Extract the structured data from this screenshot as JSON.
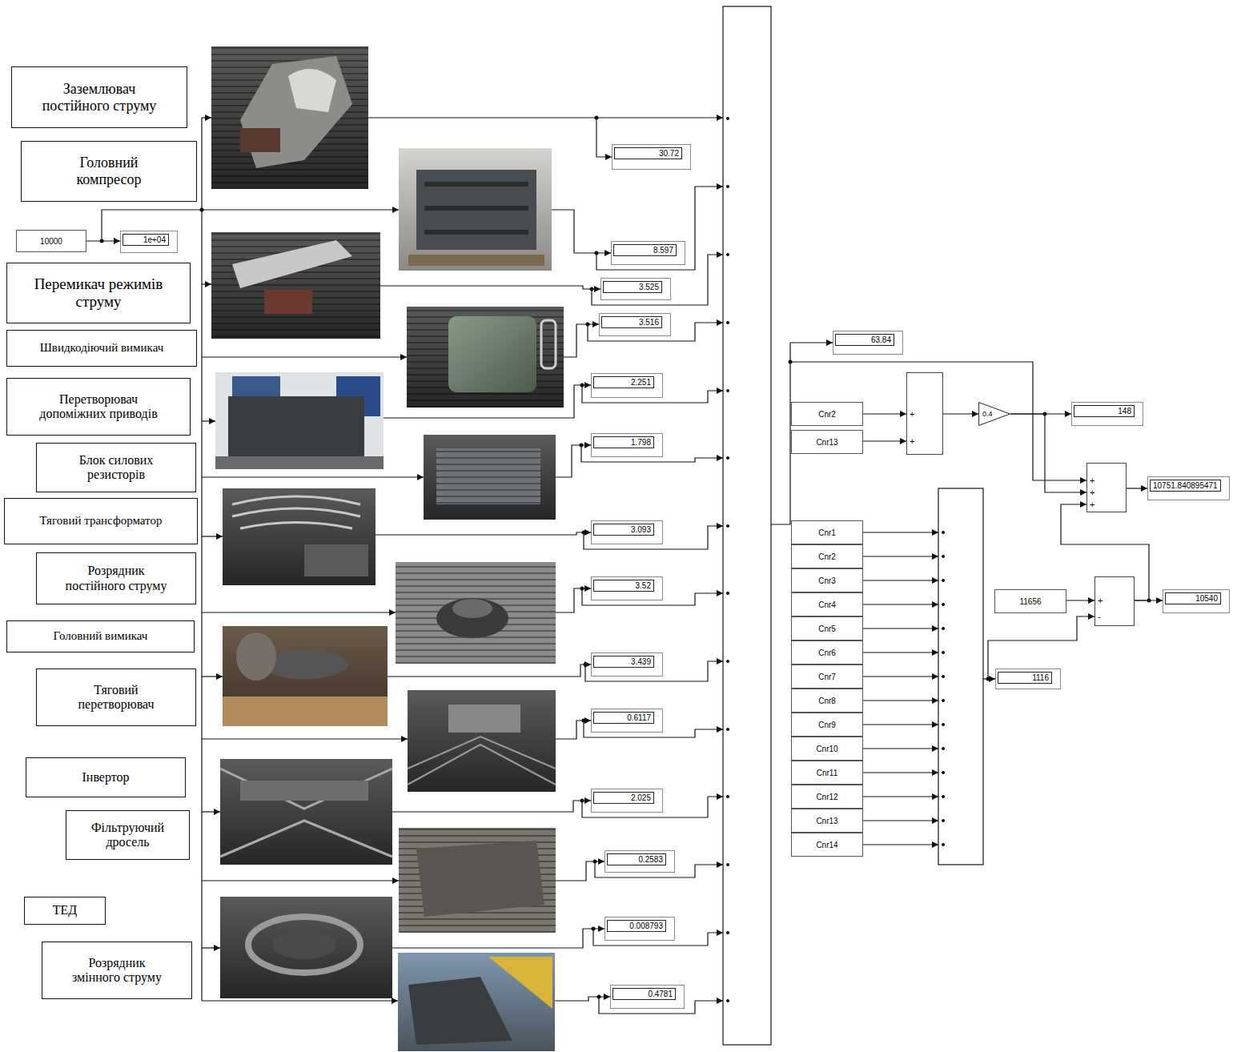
{
  "diagram": {
    "nodes": [
      {
        "text": [
          "Заземлювач постійного струму"
        ]
      },
      {
        "text": [
          "Головний компресор"
        ]
      },
      {
        "text": [
          "10000"
        ]
      },
      {
        "text": [
          "1e+04"
        ]
      },
      {
        "text": [
          "Перемикач режимів струму"
        ]
      },
      {
        "text": [
          "Швидкодіючий вимикач"
        ]
      },
      {
        "text": [
          "Перетворювач допоміжних приводів"
        ]
      },
      {
        "text": [
          "Блок силових резисторів"
        ]
      },
      {
        "text": [
          "Тяговий трансформатор"
        ]
      },
      {
        "text": [
          "Розрядник постійного струму"
        ]
      },
      {
        "text": [
          "Головний вимикач"
        ]
      },
      {
        "text": [
          "Тяговий перетворювач"
        ]
      },
      {
        "text": [
          "Інвертор"
        ]
      },
      {
        "text": [
          "Фільтруючий дросель"
        ]
      },
      {
        "text": [
          "ТЕД"
        ]
      },
      {
        "text": [
          "Розрядник змінного струму"
        ]
      },
      {
        "text": [
          "30.72"
        ]
      },
      {
        "text": [
          "8.597"
        ]
      },
      {
        "text": [
          "3.525"
        ]
      },
      {
        "text": [
          "3.516"
        ]
      },
      {
        "text": [
          "2.251"
        ]
      },
      {
        "text": [
          "1.798"
        ]
      },
      {
        "text": [
          "3.093"
        ]
      },
      {
        "text": [
          "3.52"
        ]
      },
      {
        "text": [
          "3.439"
        ]
      },
      {
        "text": [
          "0.6117"
        ]
      },
      {
        "text": [
          "2.025"
        ]
      },
      {
        "text": [
          "0.2583"
        ]
      },
      {
        "text": [
          "0.008793"
        ]
      },
      {
        "text": [
          "0.4781"
        ]
      },
      {
        "text": [
          "63.84"
        ]
      },
      {
        "text": [
          "Cnr2"
        ]
      },
      {
        "text": [
          "Cnr13"
        ]
      },
      {
        "text": [
          "+",
          "+"
        ]
      },
      {
        "text": [
          "0.4"
        ]
      },
      {
        "text": [
          "148"
        ]
      },
      {
        "text": [
          "+",
          "+",
          "+"
        ]
      },
      {
        "text": [
          "10751.840895471"
        ]
      },
      {
        "text": [
          "Cnr1"
        ]
      },
      {
        "text": [
          "Cnr2"
        ]
      },
      {
        "text": [
          "Cnr3"
        ]
      },
      {
        "text": [
          "Cnr4"
        ]
      },
      {
        "text": [
          "Cnr5"
        ]
      },
      {
        "text": [
          "Cnr6"
        ]
      },
      {
        "text": [
          "Cnr7"
        ]
      },
      {
        "text": [
          "Cnr8"
        ]
      },
      {
        "text": [
          "Cnr9"
        ]
      },
      {
        "text": [
          "Cnr10"
        ]
      },
      {
        "text": [
          "Cnr11"
        ]
      },
      {
        "text": [
          "Cnr12"
        ]
      },
      {
        "text": [
          "Cnr13"
        ]
      },
      {
        "text": [
          "Cnr14"
        ]
      },
      {
        "text": [
          "11656"
        ]
      },
      {
        "text": [
          "+",
          "-"
        ]
      },
      {
        "text": [
          "10540"
        ]
      },
      {
        "text": [
          "1116"
        ]
      }
    ],
    "edges": [
      {
        "from": 2,
        "to": 3,
        "arrow": "to"
      },
      {
        "from": 31,
        "to": 33,
        "arrow": "to"
      },
      {
        "from": 32,
        "to": 33,
        "arrow": "to"
      },
      {
        "from": 33,
        "to": 34,
        "arrow": "to"
      },
      {
        "from": 34,
        "to": 35,
        "arrow": "to"
      },
      {
        "from": 34,
        "to": 36,
        "arrow": "to"
      },
      {
        "from": 36,
        "to": 37,
        "arrow": "to"
      },
      {
        "from": 52,
        "to": 53,
        "arrow": "to"
      },
      {
        "from": 53,
        "to": 54,
        "arrow": "to"
      },
      {
        "from": 53,
        "to": 36,
        "arrow": "to"
      }
    ]
  }
}
